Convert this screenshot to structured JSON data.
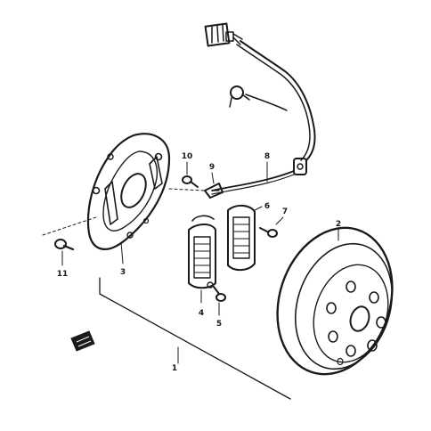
{
  "diagram": {
    "callouts": {
      "part_1": "1",
      "part_2": "2",
      "part_3": "3",
      "part_4": "4",
      "part_5": "5",
      "part_6": "6",
      "part_7": "7",
      "part_8": "8",
      "part_9": "9",
      "part_10": "10",
      "part_11": "11"
    },
    "colors": {
      "ink": "#1a1a1a",
      "paper": "#ffffff"
    }
  }
}
